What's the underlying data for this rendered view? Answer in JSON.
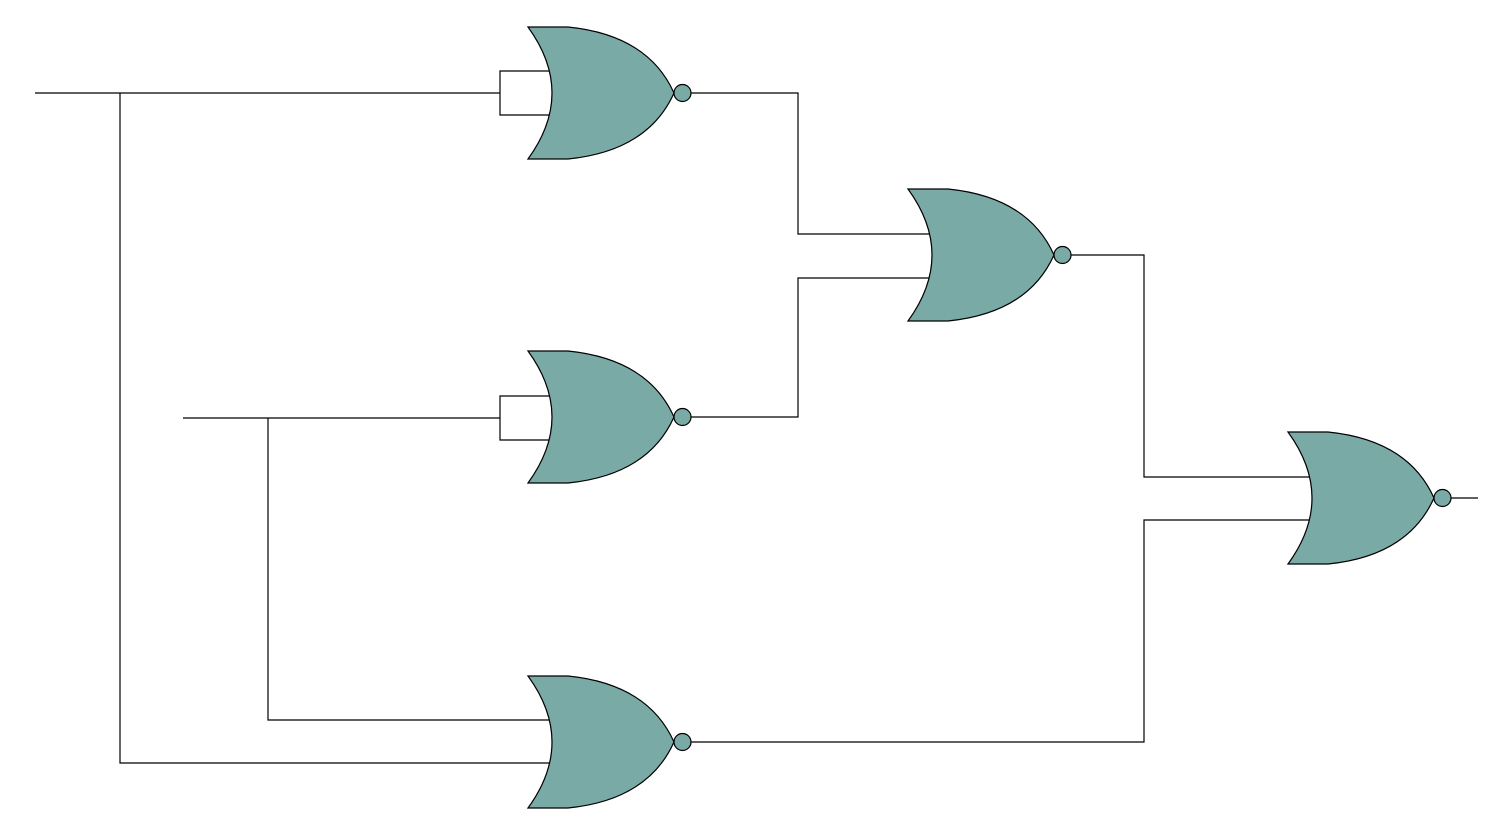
{
  "diagram": {
    "kind": "logic-circuit",
    "gate_type": "NOR",
    "gate_count": 5,
    "gate_fill_color": "#7aaaa6",
    "wire_color": "#000000",
    "background_color": "#ffffff",
    "gates": [
      {
        "id": "nor-gate-1",
        "type": "NOR",
        "inputs_tied_together": true
      },
      {
        "id": "nor-gate-2",
        "type": "NOR",
        "inputs_tied_together": true
      },
      {
        "id": "nor-gate-3",
        "type": "NOR",
        "inputs_tied_together": false
      },
      {
        "id": "nor-gate-4",
        "type": "NOR",
        "inputs_tied_together": false
      },
      {
        "id": "nor-gate-5",
        "type": "NOR",
        "inputs_tied_together": false
      }
    ],
    "inputs": [
      "input-a",
      "input-b"
    ],
    "outputs": [
      "output"
    ]
  }
}
